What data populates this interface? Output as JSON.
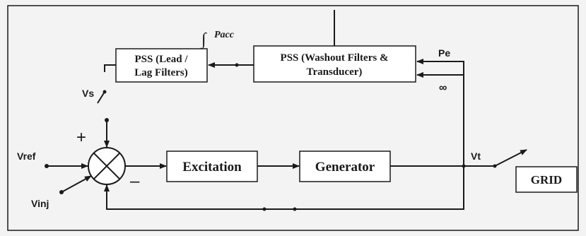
{
  "blocks": {
    "pss_lead_lag": [
      "PSS (Lead /",
      "Lag Filters)"
    ],
    "pss_washout": [
      "PSS (Washout Filters &",
      "Transducer)"
    ],
    "excitation": "Excitation",
    "generator": "Generator",
    "grid": "GRID"
  },
  "signals": {
    "integral_symbol": "∫",
    "pacc": "Pacc",
    "pe": "Pe",
    "omega": "∞",
    "vs": "Vs",
    "vref": "Vref",
    "vinj": "Vinj",
    "vt": "Vt"
  },
  "summing_junction": {
    "plus_sign": "+",
    "minus_sign": "–"
  },
  "colors": {
    "line": "#1a1a1a",
    "background": "#f3f3f3",
    "box_fill": "#ffffff"
  }
}
